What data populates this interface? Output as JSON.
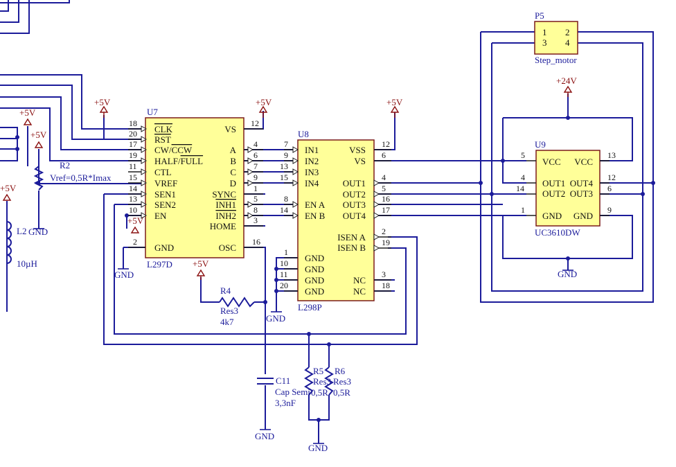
{
  "components": {
    "u7": {
      "ref": "U7",
      "name": "L297D",
      "left_pins": [
        {
          "num": "18",
          "label": "CLK"
        },
        {
          "num": "20",
          "label": "RST"
        },
        {
          "num": "17",
          "label": "CW/"
        },
        {
          "num": "19",
          "label": "HALF/"
        },
        {
          "num": "11",
          "label": "CTL"
        },
        {
          "num": "15",
          "label": "VREF"
        },
        {
          "num": "14",
          "label": "SEN1"
        },
        {
          "num": "13",
          "label": "SEN2"
        },
        {
          "num": "10",
          "label": "EN"
        },
        {
          "num": "2",
          "label": "GND"
        }
      ],
      "cw_bar": "CCW",
      "half_bar": "FULL",
      "right_pins": [
        {
          "num": "12",
          "label": "VS"
        },
        {
          "num": "4",
          "label": "A"
        },
        {
          "num": "6",
          "label": "B"
        },
        {
          "num": "7",
          "label": "C"
        },
        {
          "num": "9",
          "label": "D"
        },
        {
          "num": "1",
          "label": "SYNC"
        },
        {
          "num": "5",
          "label": "INH1"
        },
        {
          "num": "8",
          "label": "INH2"
        },
        {
          "num": "3",
          "label": "HOME"
        },
        {
          "num": "16",
          "label": "OSC"
        }
      ]
    },
    "u8": {
      "ref": "U8",
      "name": "L298P",
      "left_pins": [
        {
          "num": "7",
          "label": "IN1"
        },
        {
          "num": "9",
          "label": "IN2"
        },
        {
          "num": "13",
          "label": "IN3"
        },
        {
          "num": "15",
          "label": "IN4"
        },
        {
          "num": "8",
          "label": "EN A"
        },
        {
          "num": "14",
          "label": "EN B"
        },
        {
          "num": "1",
          "label": "GND"
        },
        {
          "num": "10",
          "label": "GND"
        },
        {
          "num": "11",
          "label": "GND"
        },
        {
          "num": "20",
          "label": "GND"
        }
      ],
      "right_pins": [
        {
          "num": "12",
          "label": "VSS"
        },
        {
          "num": "6",
          "label": "VS"
        },
        {
          "num": "4",
          "label": "OUT1"
        },
        {
          "num": "5",
          "label": "OUT2"
        },
        {
          "num": "16",
          "label": "OUT3"
        },
        {
          "num": "17",
          "label": "OUT4"
        },
        {
          "num": "2",
          "label": "ISEN A"
        },
        {
          "num": "19",
          "label": "ISEN B"
        },
        {
          "num": "3",
          "label": "NC"
        },
        {
          "num": "18",
          "label": "NC"
        }
      ]
    },
    "u9": {
      "ref": "U9",
      "name": "UC3610DW",
      "left_pins": [
        {
          "num": "5",
          "label": "VCC"
        },
        {
          "num": "4",
          "label": "OUT1"
        },
        {
          "num": "14",
          "label": "OUT2"
        },
        {
          "num": "1",
          "label": "GND"
        }
      ],
      "right_pins": [
        {
          "num": "13",
          "label": "VCC"
        },
        {
          "num": "12",
          "label": "OUT4"
        },
        {
          "num": "6",
          "label": "OUT3"
        },
        {
          "num": "9",
          "label": "GND"
        }
      ]
    },
    "p5": {
      "ref": "P5",
      "name": "Step_motor",
      "pins": [
        "1",
        "2",
        "3",
        "4"
      ]
    },
    "r2": {
      "ref": "R2",
      "value": "Vref=0,5R*Imax"
    },
    "r4": {
      "ref": "R4",
      "type": "Res3",
      "value": "4k7"
    },
    "r5": {
      "ref": "R5",
      "type": "Res3",
      "value": "0,5R"
    },
    "r6": {
      "ref": "R6",
      "type": "Res3",
      "value": "0,5R"
    },
    "c11": {
      "ref": "C11",
      "type": "Cap Semi",
      "value": "3,3nF"
    },
    "l2": {
      "ref": "L2",
      "value": "10µH"
    }
  },
  "power": {
    "p5v": "+5V",
    "p24v": "+24V",
    "gnd": "GND"
  },
  "colors": {
    "wire": "#1b1b9a",
    "body_fill": "#ffff99",
    "body_stroke": "#7a1a1a",
    "power": "#8a1010"
  }
}
